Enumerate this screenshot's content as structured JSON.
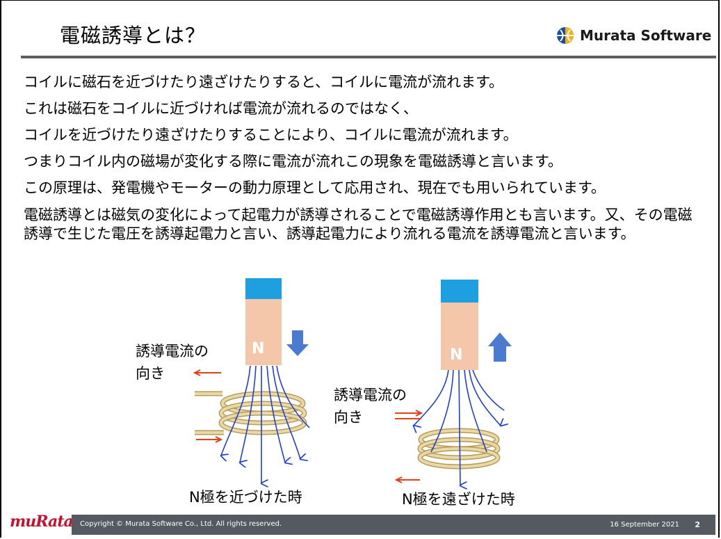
{
  "slide": {
    "title": "電磁誘導とは？",
    "brand": "Murata Software",
    "body_lines": [
      "コイルに磁石を近づけたり遠ざけたりすると、コイルに電流が流れます。",
      "これは磁石をコイルに近づければ電流が流れるのではなく、",
      "コイルを近づけたり遠ざけたりすることにより、コイルに電流が流れます。",
      "つまりコイル内の磁場が変化する際に電流が流れこの現象を電磁誘導と言います。",
      "この原理は、発電機やモーターの動力原理として応用され、現在でも用いられています。"
    ],
    "paragraph": "電磁誘導とは磁気の変化によって起電力が誘導されることで電磁誘導作用とも言います。又、その電磁誘導で生じた電圧を誘導起電力と言い、誘導起電力により流れる電流を誘導電流と言います。"
  },
  "diagram_left": {
    "magnet_pole": "N",
    "current_label_line1": "誘導電流の",
    "current_label_line2": "向き",
    "caption": "N極を近づけた時",
    "arrow_direction": "down"
  },
  "diagram_right": {
    "magnet_pole": "N",
    "current_label_line1": "誘導電流の",
    "current_label_line2": "向き",
    "caption": "N極を遠ざけた時",
    "arrow_direction": "up"
  },
  "footer": {
    "logo": "muRata",
    "copyright": "Copyright © Murata Software Co., Ltd. All rights reserved.",
    "date": "16 September 2021",
    "page": "2"
  },
  "colors": {
    "magnet_body": "#f4c7ab",
    "magnet_top": "#1ea0e0",
    "motion_arrow": "#4a7bd0",
    "field_lines": "#1f3fd6",
    "current_arrow": "#e0401a",
    "coil": "#d9c28a",
    "footer_bg": "#545a5f",
    "title_rule": "#5f5f5f"
  }
}
